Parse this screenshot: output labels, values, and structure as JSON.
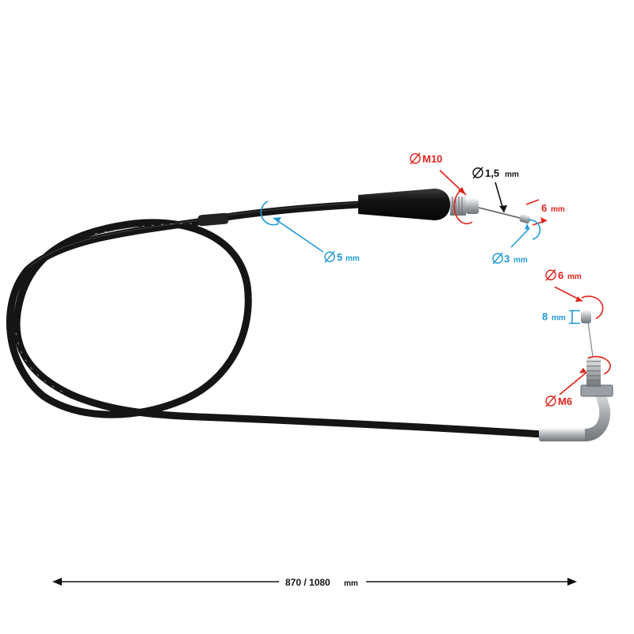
{
  "colors": {
    "cable": "#151515",
    "red_callout": "#e0241b",
    "blue_callout": "#1e9ad6",
    "black_callout": "#111111",
    "metal": "#b8bcc0"
  },
  "icons": {
    "diameter": "diameter-icon",
    "rotation": "rotation-arrow-icon"
  },
  "callouts": {
    "m10": {
      "value": "M10",
      "unit": ""
    },
    "wire_dia": {
      "value": "1,5",
      "unit": "mm"
    },
    "nipple_len": {
      "value": "6",
      "unit": "mm"
    },
    "nipple_dia": {
      "value": "3",
      "unit": "mm"
    },
    "cable_dia": {
      "value": "5",
      "unit": "mm"
    },
    "nipple2_dia": {
      "value": "6",
      "unit": "mm"
    },
    "nipple2_len": {
      "value": "8",
      "unit": "mm"
    },
    "m6": {
      "value": "M6",
      "unit": ""
    }
  },
  "length": {
    "value": "870 / 1080",
    "unit": "mm"
  }
}
